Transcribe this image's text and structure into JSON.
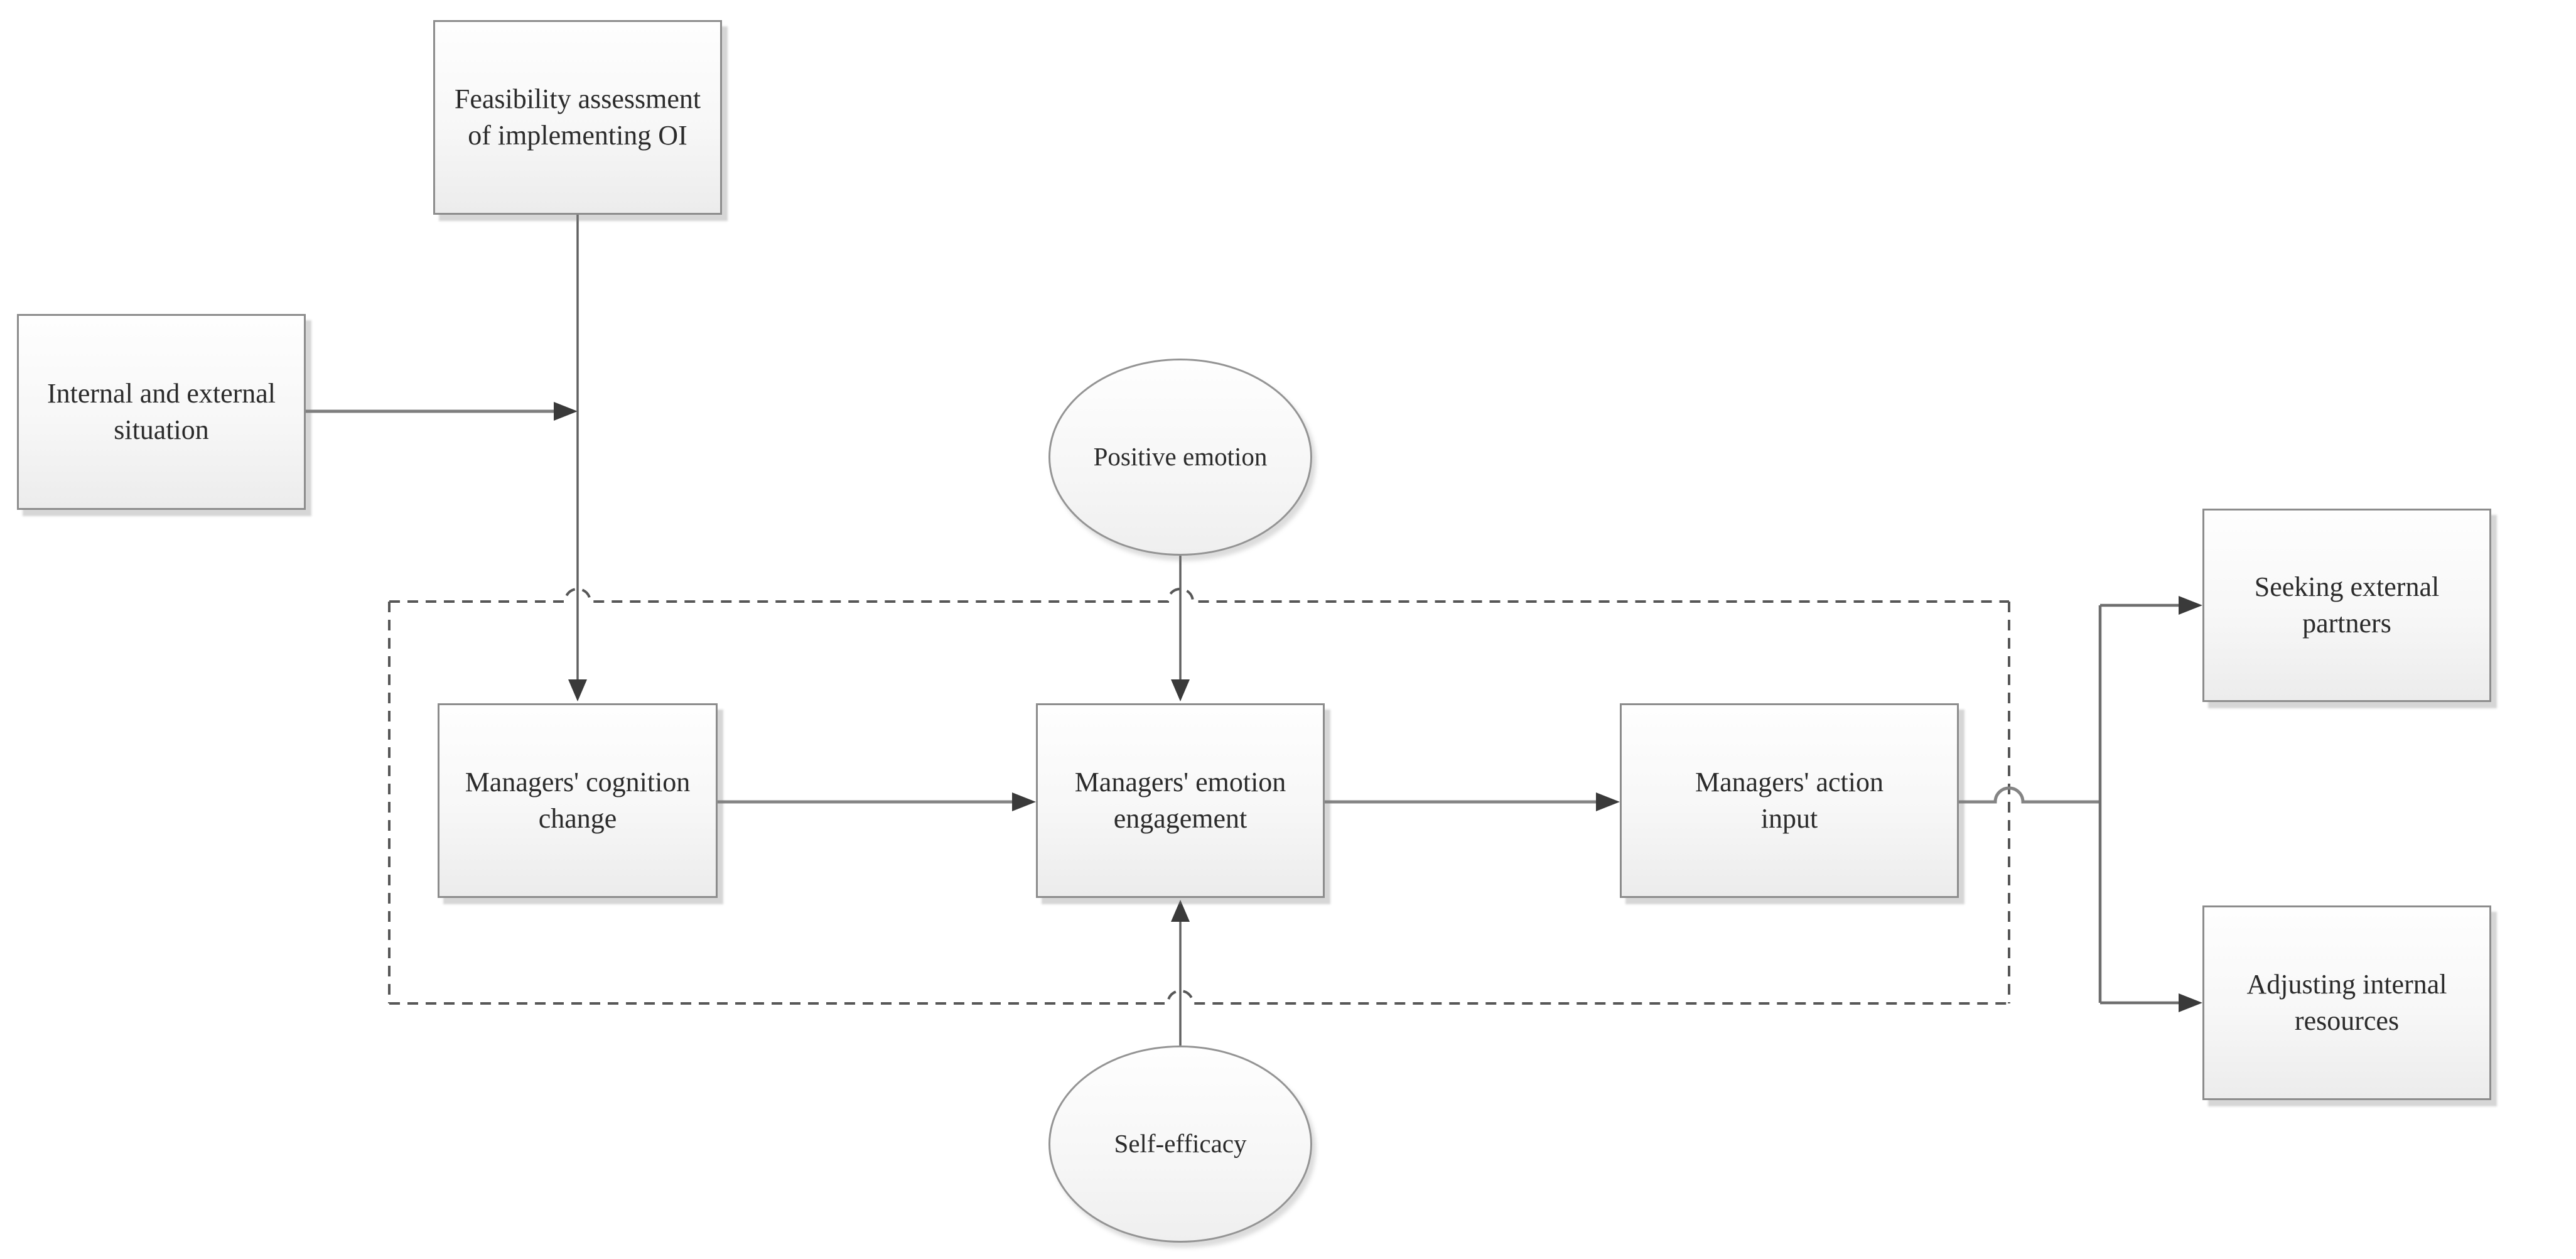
{
  "figure": {
    "type": "flow-diagram",
    "background": "#ffffff",
    "nodes": {
      "feasibility": {
        "label": "Feasibility assessment\nof implementing OI",
        "shape": "rectangle"
      },
      "internal_external": {
        "label": "Internal and external\nsituation",
        "shape": "rectangle"
      },
      "positive_emotion": {
        "label": "Positive emotion",
        "shape": "ellipse"
      },
      "cognition_change": {
        "label": "Managers' cognition\nchange",
        "shape": "rectangle"
      },
      "emotion_engagement": {
        "label": "Managers' emotion\nengagement",
        "shape": "rectangle"
      },
      "action_input": {
        "label": "Managers' action\ninput",
        "shape": "rectangle"
      },
      "self_efficacy": {
        "label": "Self-efficacy",
        "shape": "ellipse"
      },
      "seeking_partners": {
        "label": "Seeking external\npartners",
        "shape": "rectangle"
      },
      "adjusting_resources": {
        "label": "Adjusting internal\nresources",
        "shape": "rectangle"
      }
    },
    "edges": [
      {
        "from": "internal_external",
        "to": "feasibility_line_junction",
        "arrow": true
      },
      {
        "from": "feasibility",
        "to": "cognition_change",
        "arrow": true
      },
      {
        "from": "positive_emotion",
        "to": "emotion_engagement",
        "arrow": true
      },
      {
        "from": "self_efficacy",
        "to": "emotion_engagement",
        "arrow": true
      },
      {
        "from": "cognition_change",
        "to": "emotion_engagement",
        "arrow": true
      },
      {
        "from": "emotion_engagement",
        "to": "action_input",
        "arrow": true
      },
      {
        "from": "action_input",
        "to": "seeking_partners",
        "arrow": true
      },
      {
        "from": "action_input",
        "to": "adjusting_resources",
        "arrow": true
      }
    ],
    "dashed_container": {
      "style": "dashed",
      "contains": [
        "cognition_change",
        "emotion_engagement",
        "action_input"
      ]
    },
    "colors": {
      "node_border": "#8c8c8c",
      "node_fill_top": "#fefefe",
      "node_fill_bottom": "#ececec",
      "connector": "#7e7e7e",
      "arrowhead": "#3a3a3a",
      "dashed_border": "#575757",
      "text": "#2b2b2b"
    }
  }
}
